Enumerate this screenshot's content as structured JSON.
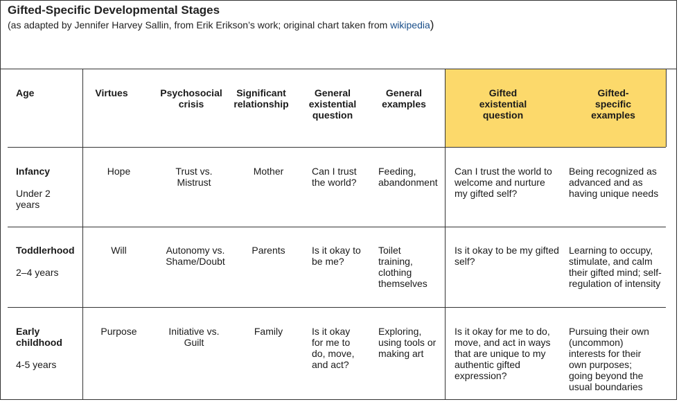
{
  "title": "Gifted-Specific Developmental Stages",
  "subtitle": {
    "before": "(as adapted by Jennifer Harvey Sallin, from Erik Erikson’s work; original chart taken from ",
    "link": "wikipedia",
    "after": ")"
  },
  "headers": {
    "age": "Age",
    "virtues": "Virtues",
    "crisis": "Psychosocial crisis",
    "relationship": "Significant relationship",
    "gen_question": "General existential question",
    "gen_examples": "General examples",
    "gifted_question": "Gifted existential question",
    "gifted_examples": "Gifted-specific examples"
  },
  "colors": {
    "highlight": "#fcd96b",
    "link": "#1a4f8a"
  },
  "rows": [
    {
      "stage": "Infancy",
      "age": "Under 2 years",
      "virtue": "Hope",
      "crisis": "Trust vs. Mistrust",
      "relationship": "Mother",
      "gen_question": "Can I trust the world?",
      "gen_examples": "Feeding, abandonment",
      "gifted_question": "Can I trust the world to welcome and nurture my gifted self?",
      "gifted_examples": "Being recognized as advanced and as having unique needs"
    },
    {
      "stage": "Toddlerhood",
      "age": "2–4 years",
      "virtue": "Will",
      "crisis": "Autonomy vs. Shame/Doubt",
      "relationship": "Parents",
      "gen_question": "Is it okay to be me?",
      "gen_examples": "Toilet training, clothing themselves",
      "gifted_question": "Is it okay to be my gifted self?",
      "gifted_examples": "Learning to occupy, stimulate, and calm their gifted mind; self-regulation of intensity"
    },
    {
      "stage": "Early childhood",
      "age": "4-5 years",
      "virtue": "Purpose",
      "crisis": "Initiative vs. Guilt",
      "relationship": "Family",
      "gen_question": "Is it okay for me to do, move, and act?",
      "gen_examples": "Exploring, using tools or making art",
      "gifted_question": "Is it okay for me to do, move, and act in ways that are unique to my authentic gifted expression?",
      "gifted_examples": "Pursuing their own (uncommon) interests for their own purposes; going beyond the usual boundaries"
    }
  ]
}
